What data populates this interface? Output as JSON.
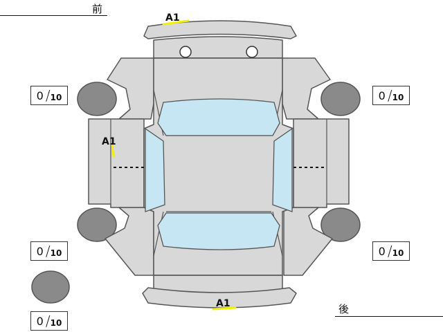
{
  "directions": {
    "front": "前",
    "rear": "後"
  },
  "tire_labels": [
    {
      "id": "front-left",
      "value": "0",
      "denominator": "10"
    },
    {
      "id": "front-right",
      "value": "0",
      "denominator": "10"
    },
    {
      "id": "rear-left",
      "value": "0",
      "denominator": "10"
    },
    {
      "id": "rear-right",
      "value": "0",
      "denominator": "10"
    },
    {
      "id": "spare",
      "value": "0",
      "denominator": "10"
    }
  ],
  "damage_marks": [
    {
      "id": "front-bumper",
      "code": "A1"
    },
    {
      "id": "left-front-door",
      "code": "A1"
    },
    {
      "id": "rear-bumper",
      "code": "A1"
    }
  ],
  "colors": {
    "body_fill": "#d8d8d8",
    "body_stroke": "#555555",
    "glass": "#c6e6f4",
    "tire": "#8a8a8a",
    "marker": "#f2f200"
  }
}
